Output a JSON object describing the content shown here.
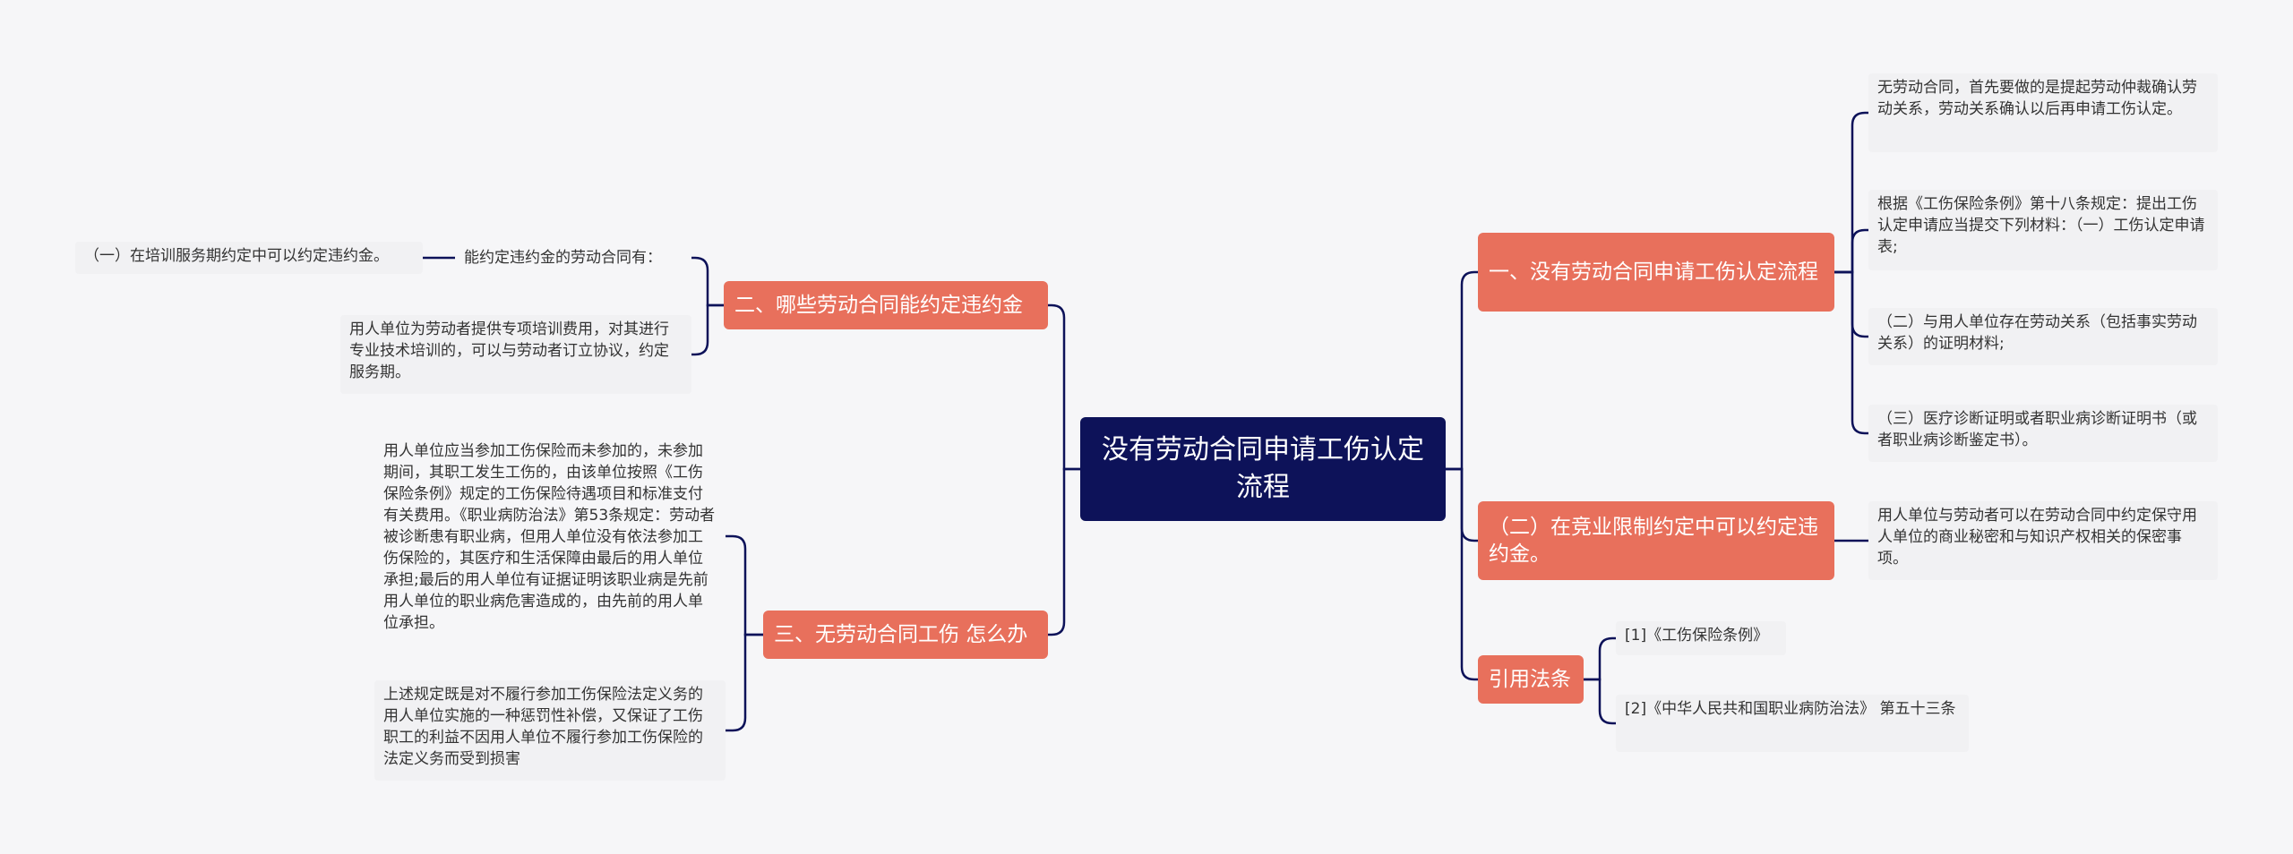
{
  "mindmap": {
    "root": "没有劳动合同申请工伤认定流程",
    "b1": {
      "label": "一、没有劳动合同申请工伤认定流程",
      "items": [
        "无劳动合同，首先要做的是提起劳动仲裁确认劳动关系，劳动关系确认以后再申请工伤认定。",
        "根据《工伤保险条例》第十八条规定：提出工伤认定申请应当提交下列材料：（一）工伤认定申请表;",
        "（二）与用人单位存在劳动关系（包括事实劳动关系）的证明材料;",
        "（三）医疗诊断证明或者职业病诊断证明书（或者职业病诊断鉴定书）。"
      ]
    },
    "b2": {
      "label": "（二）在竞业限制约定中可以约定违约金。",
      "items": [
        "用人单位与劳动者可以在劳动合同中约定保守用人单位的商业秘密和与知识产权相关的保密事项。"
      ]
    },
    "b3": {
      "label": "引用法条",
      "items": [
        "[1]《工伤保险条例》",
        "[2]《中华人民共和国职业病防治法》 第五十三条"
      ]
    },
    "b4": {
      "label": "二、哪些劳动合同能约定违约金",
      "sub": "能约定违约金的劳动合同有：",
      "subchild": "（一）在培训服务期约定中可以约定违约金。",
      "item": "用人单位为劳动者提供专项培训费用，对其进行专业技术培训的，可以与劳动者订立协议，约定服务期。"
    },
    "b5": {
      "label": "三、无劳动合同工伤 怎么办",
      "items": [
        "用人单位应当参加工伤保险而未参加的，未参加期间，其职工发生工伤的，由该单位按照《工伤保险条例》规定的工伤保险待遇项目和标准支付有关费用。《职业病防治法》第53条规定：劳动者被诊断患有职业病，但用人单位没有依法参加工伤保险的，其医疗和生活保障由最后的用人单位承担;最后的用人单位有证据证明该职业病是先前用人单位的职业病危害造成的，由先前的用人单位承担。",
        "上述规定既是对不履行参加工伤保险法定义务的用人单位实施的一种惩罚性补偿，又保证了工伤职工的利益不因用人单位不履行参加工伤保险的法定义务而受到损害"
      ]
    },
    "colors": {
      "root": "#0d1259",
      "branch": "#e8705c",
      "leaf_bg": "#f1f1f3",
      "line": "#0d1259"
    }
  }
}
